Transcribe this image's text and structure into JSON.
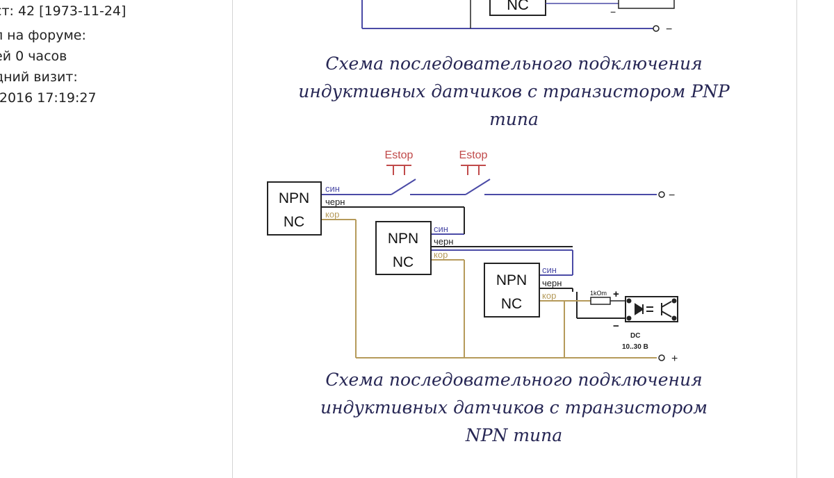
{
  "sidebar": {
    "age_line": "ст: 42 [1973-11-24]",
    "forum_time_line1": "л на форуме:",
    "forum_time_line2": "ей 0 часов",
    "last_visit_label": "дний визит:",
    "last_visit_value": "-2016 17:19:27"
  },
  "post": {
    "top_diagram": {
      "sensor_line1": "NC"
    },
    "caption_pnp": {
      "line1": "Схема последовательного подключения",
      "line2": "индуктивных датчиков с транзистором PNP",
      "line3": "типа"
    },
    "npn_diagram": {
      "estop_1": "Estop",
      "estop_2": "Estop",
      "sensor_1": {
        "line1": "NPN",
        "line2": "NC"
      },
      "sensor_2": {
        "line1": "NPN",
        "line2": "NC"
      },
      "sensor_3": {
        "line1": "NPN",
        "line2": "NC"
      },
      "wire_blue": "син",
      "wire_black": "черн",
      "wire_brown": "кор",
      "resistor_label": "1kOm",
      "plus_sign": "+",
      "minus_sign": "−",
      "dc_label": "DC",
      "voltage_label": "10..30 В",
      "terminal_minus": "−",
      "terminal_plus": "+"
    },
    "caption_npn": {
      "line1": "Схема последовательного подключения",
      "line2": "индуктивных датчиков с транзистором",
      "line3": "NPN типа"
    }
  },
  "colors": {
    "blue_wire": "#4a4aa6",
    "black_wire": "#222222",
    "brown_wire": "#b59a5a",
    "estop_red": "#c04a4a",
    "caption": "#262654"
  }
}
